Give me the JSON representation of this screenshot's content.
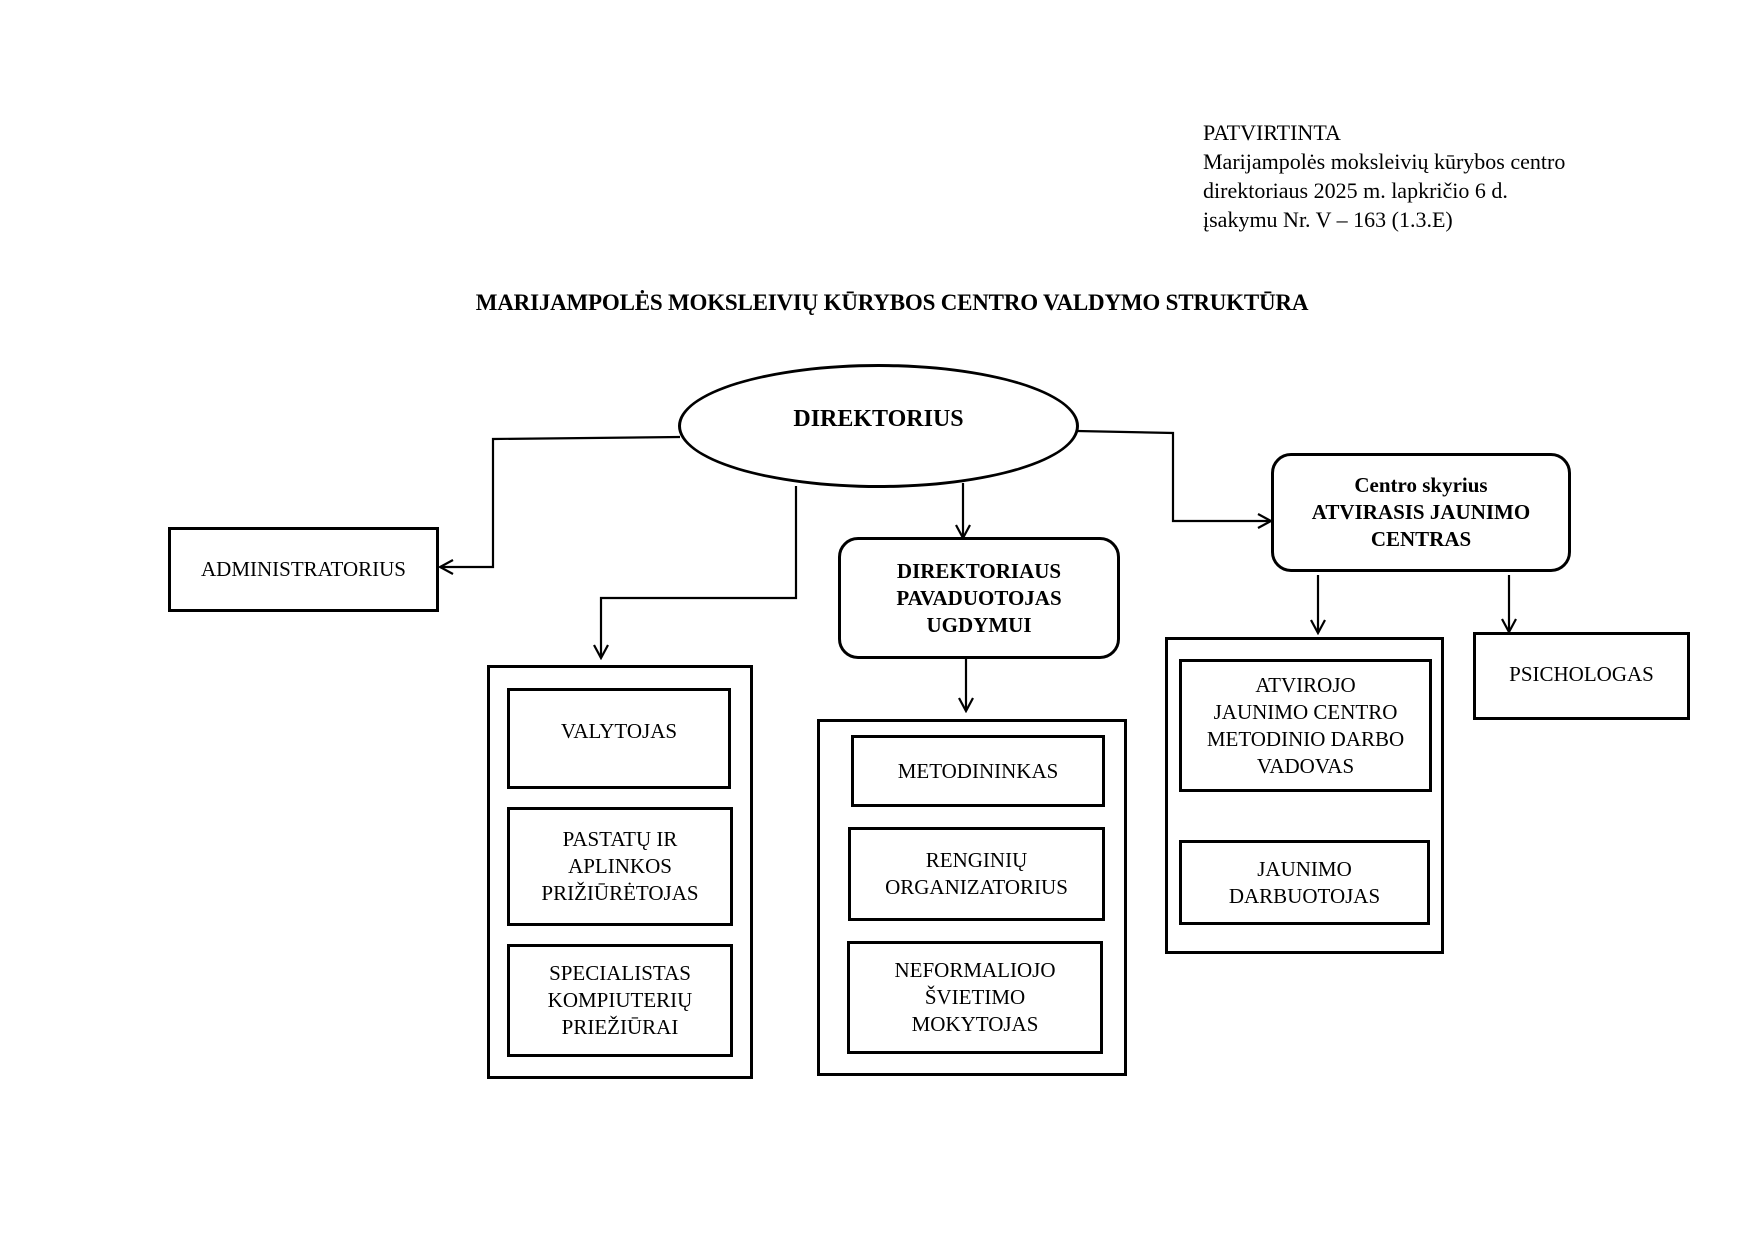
{
  "approval": {
    "line1": "PATVIRTINTA",
    "line2": "Marijampolės moksleivių kūrybos centro",
    "line3": "direktoriaus 2025 m. lapkričio 6 d.",
    "line4": "įsakymu Nr. V – 163 (1.3.E)"
  },
  "title": "MARIJAMPOLĖS MOKSLEIVIŲ KŪRYBOS CENTRO VALDYMO STRUKTŪRA",
  "director": "DIREKTORIUS",
  "administrator": "ADMINISTRATORIUS",
  "deputy": {
    "line1": "DIREKTORIAUS",
    "line2": "PAVADUOTOJAS",
    "line3": "UGDYMUI"
  },
  "youth_center": {
    "line1": "Centro skyrius",
    "line2": "ATVIRASIS JAUNIMO",
    "line3": "CENTRAS"
  },
  "psychologist": "PSICHOLOGAS",
  "staff_group": {
    "cleaner": "VALYTOJAS",
    "caretaker": {
      "line1": "PASTATŲ IR",
      "line2": "APLINKOS",
      "line3": "PRIŽIŪRĖTOJAS"
    },
    "it_specialist": {
      "line1": "SPECIALISTAS",
      "line2": "KOMPIUTERIŲ",
      "line3": "PRIEŽIŪRAI"
    }
  },
  "education_group": {
    "methodologist": "METODININKAS",
    "event_organizer": {
      "line1": "RENGINIŲ",
      "line2": "ORGANIZATORIUS"
    },
    "nonformal_teacher": {
      "line1": "NEFORMALIOJO",
      "line2": "ŠVIETIMO",
      "line3": "MOKYTOJAS"
    }
  },
  "youth_group": {
    "methodical_head": {
      "line1": "ATVIROJO",
      "line2": "JAUNIMO CENTRO",
      "line3": "METODINIO DARBO",
      "line4": "VADOVAS"
    },
    "youth_worker": {
      "line1": "JAUNIMO",
      "line2": "DARBUOTOJAS"
    }
  }
}
